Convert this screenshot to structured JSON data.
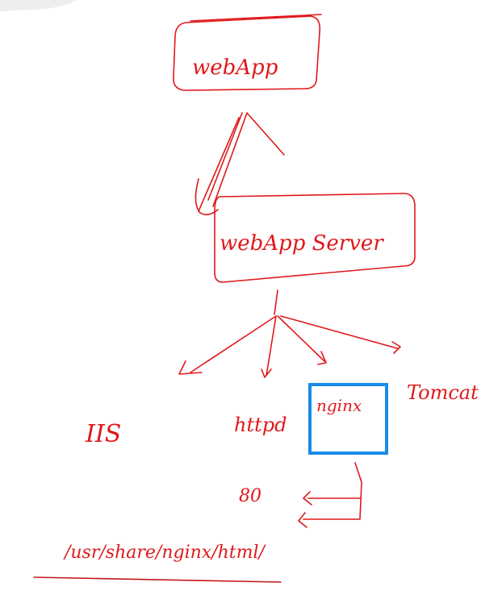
{
  "nodes": {
    "webapp": "webApp",
    "server": "webApp Server",
    "iis": "IIS",
    "httpd": "httpd",
    "nginx": "nginx",
    "tomcat": "Tomcat"
  },
  "port": "80",
  "path": "/usr/share/nginx/html/",
  "colors": {
    "ink": "#e0181b",
    "highlight": "#1a8be8",
    "underline": "#c31a1a"
  }
}
